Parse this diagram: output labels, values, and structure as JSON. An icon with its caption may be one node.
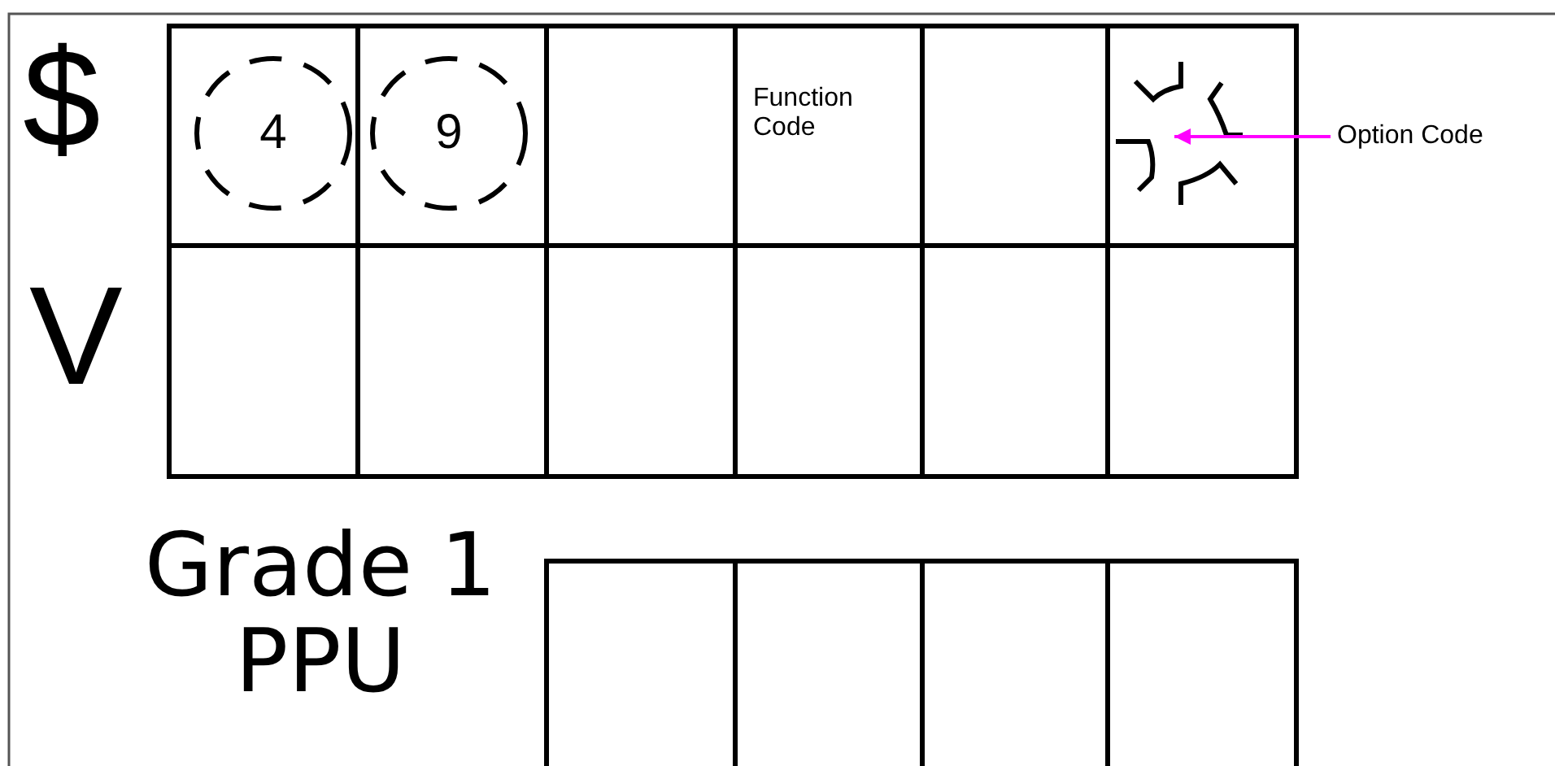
{
  "diagram": {
    "nodes": [
      {
        "text": [
          "4"
        ]
      },
      {
        "text": [
          "9"
        ]
      },
      {
        "text": [],
        "shape": "circle"
      },
      {
        "text": [
          "Option Code"
        ]
      }
    ],
    "edges": [
      {
        "from": 3,
        "to": 2,
        "arrow": "to",
        "color": "#ff00ff"
      }
    ],
    "labels": [
      "$",
      "Function Code",
      "V",
      "Grade 1 PPU"
    ]
  }
}
